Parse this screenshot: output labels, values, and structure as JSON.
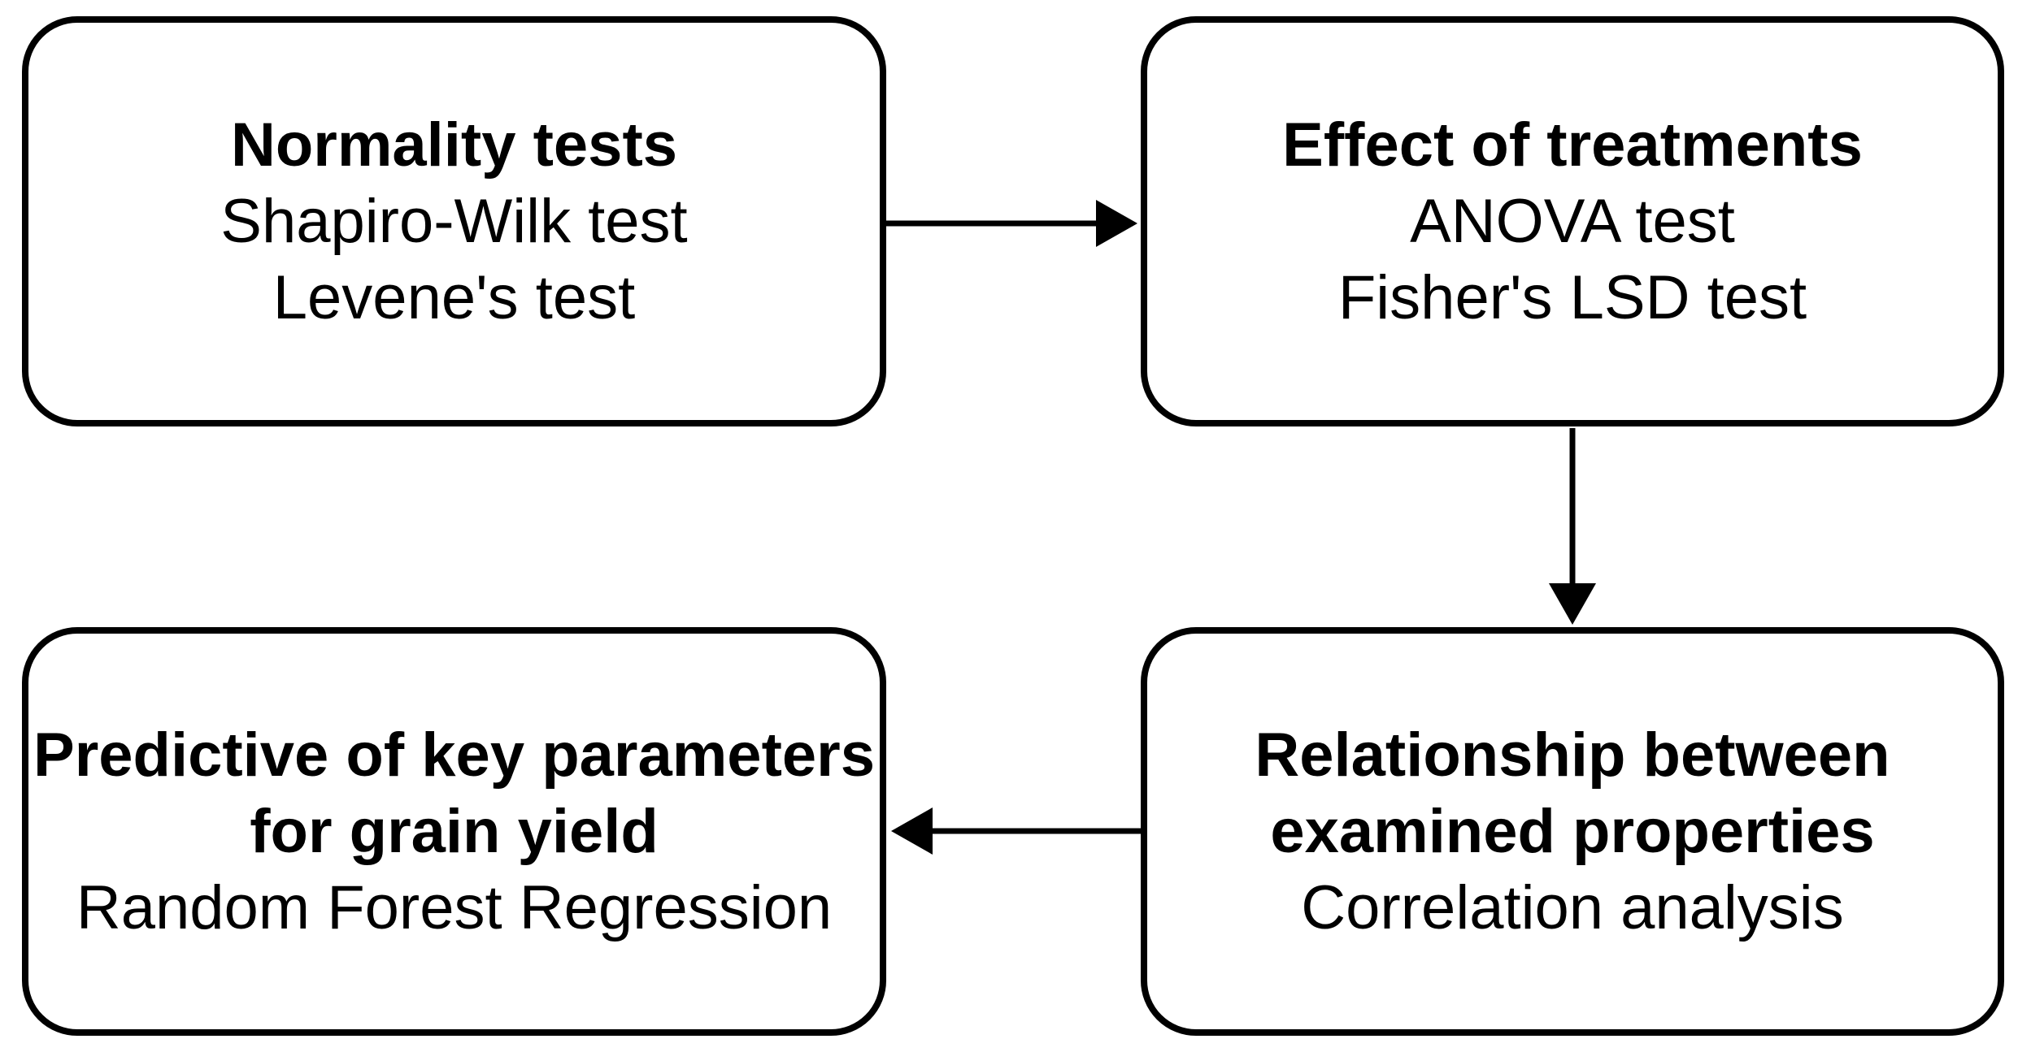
{
  "diagram": {
    "background_color": "#ffffff",
    "stroke_color": "#000000",
    "text_color": "#000000",
    "boxes": [
      {
        "name": "normality-tests",
        "title_lines": [
          "Normality tests"
        ],
        "body_lines": [
          "Shapiro-Wilk test",
          "Levene's test"
        ]
      },
      {
        "name": "effect-of-treatments",
        "title_lines": [
          "Effect of treatments"
        ],
        "body_lines": [
          "ANOVA test",
          "Fisher's LSD test"
        ]
      },
      {
        "name": "relationship-between-examined-properties",
        "title_lines": [
          "Relationship between",
          "examined properties"
        ],
        "body_lines": [
          "Correlation analysis"
        ]
      },
      {
        "name": "predictive-of-key-parameters-for-grain-yield",
        "title_lines": [
          "Predictive of key parameters",
          "for grain yield"
        ],
        "body_lines": [
          "Random Forest Regression"
        ]
      }
    ],
    "arrows": [
      {
        "name": "arrow-normality-to-effect",
        "from": "normality-tests",
        "to": "effect-of-treatments",
        "direction": "right"
      },
      {
        "name": "arrow-effect-to-relationship",
        "from": "effect-of-treatments",
        "to": "relationship-between-examined-properties",
        "direction": "down"
      },
      {
        "name": "arrow-relationship-to-predictive",
        "from": "relationship-between-examined-properties",
        "to": "predictive-of-key-parameters-for-grain-yield",
        "direction": "left"
      }
    ]
  }
}
